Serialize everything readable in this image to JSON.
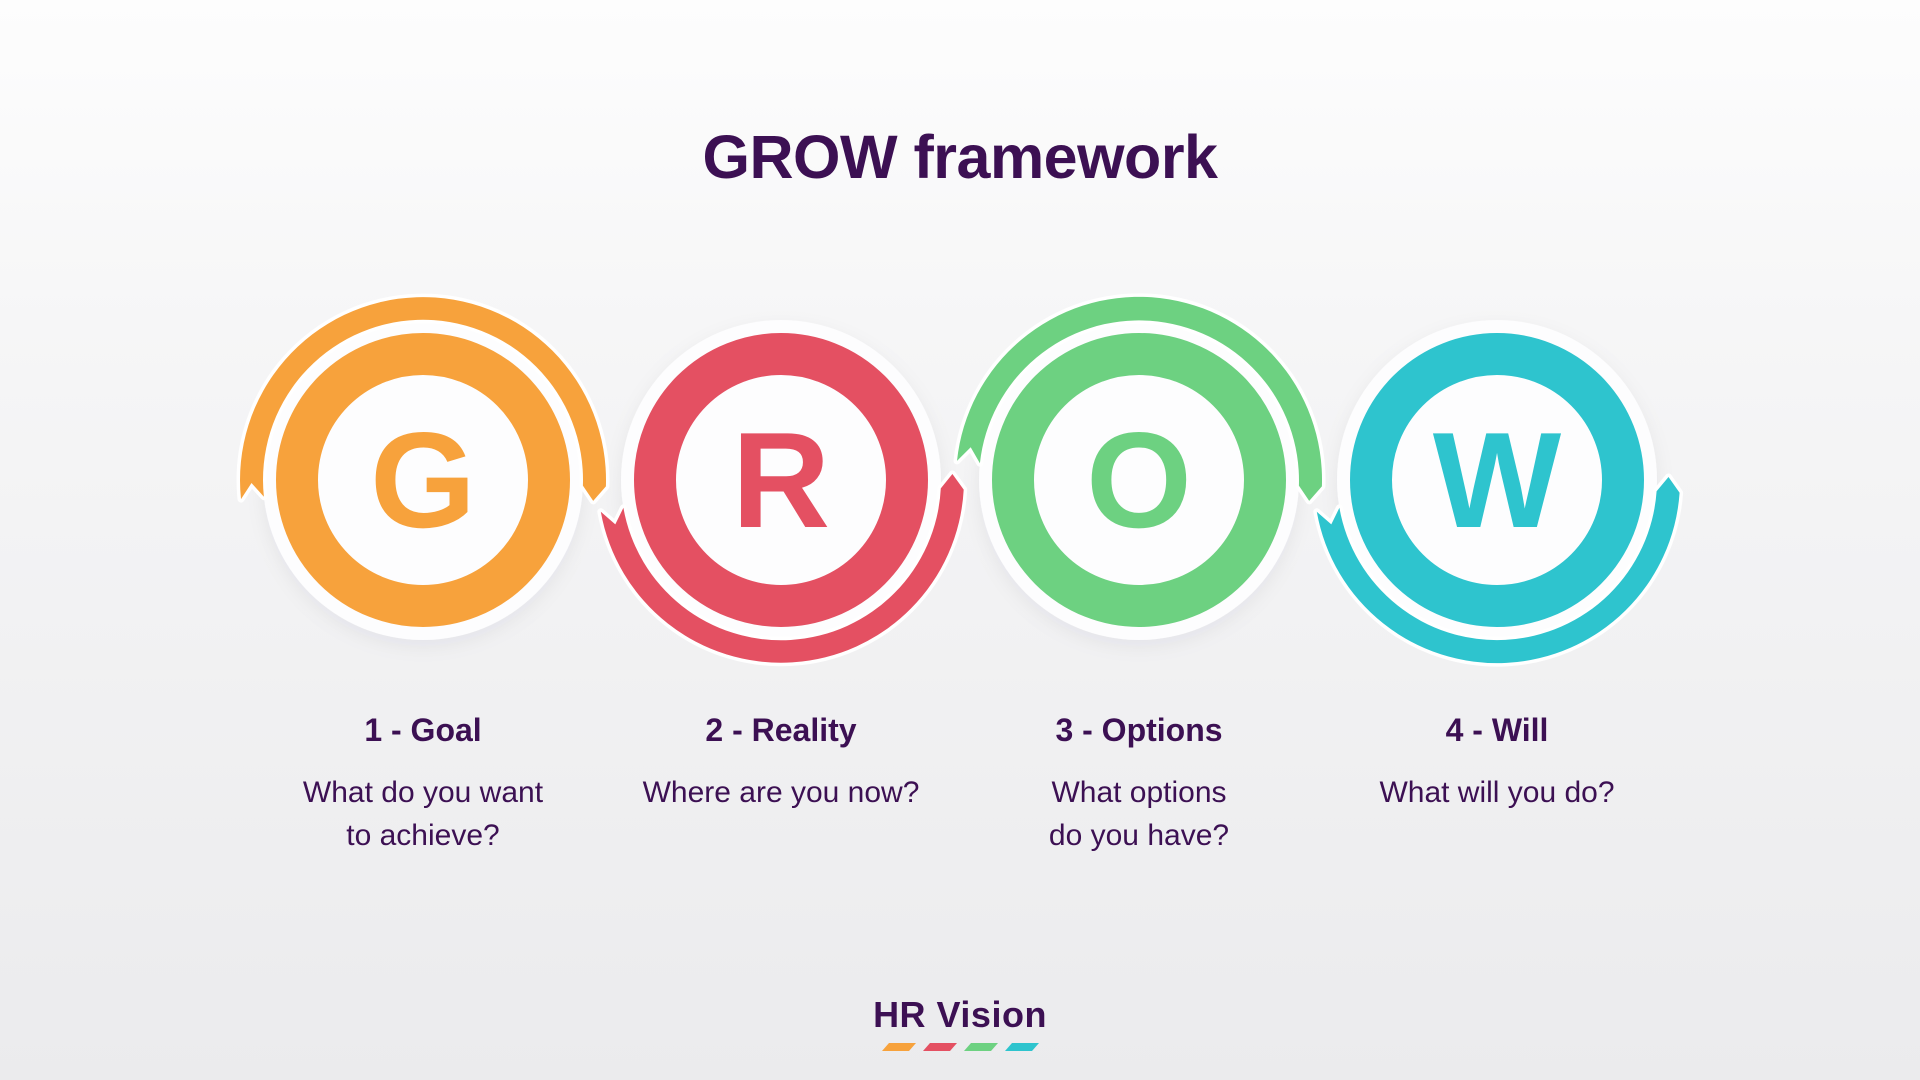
{
  "title": "GROW framework",
  "steps": [
    {
      "letter": "G",
      "label": "1 - Goal",
      "desc_lines": [
        "What do you want",
        "to achieve?"
      ],
      "color": "#F7A23C"
    },
    {
      "letter": "R",
      "label": "2 - Reality",
      "desc_lines": [
        "Where are you now?"
      ],
      "color": "#E45062"
    },
    {
      "letter": "O",
      "label": "3 - Options",
      "desc_lines": [
        "What options",
        "do you have?"
      ],
      "color": "#6DD181"
    },
    {
      "letter": "W",
      "label": "4 - Will",
      "desc_lines": [
        "What will you do?"
      ],
      "color": "#2EC4CE"
    }
  ],
  "footer": {
    "brand": "HR Vision",
    "underline_colors": [
      "#F7A23C",
      "#E45062",
      "#6DD181",
      "#2EC4CE"
    ]
  },
  "colors": {
    "background_top": "#fdfdfd",
    "background_bottom": "#ebebed",
    "heading_text": "#3C1053",
    "body_text": "#3C1053",
    "halo": "#fdfdfe"
  }
}
